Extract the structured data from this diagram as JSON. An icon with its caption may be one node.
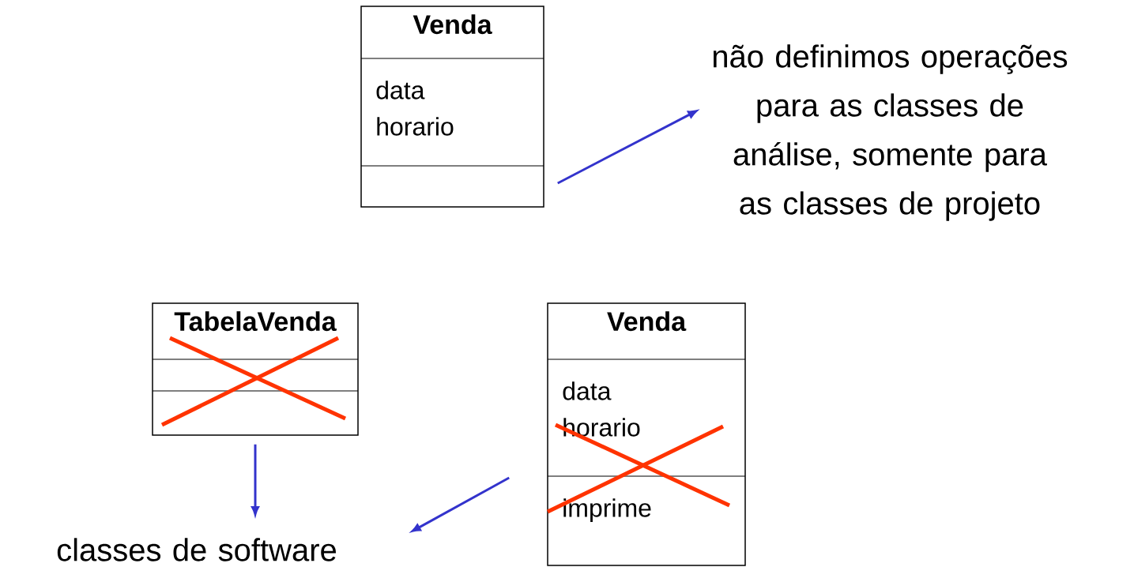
{
  "diagram": {
    "nodes": [
      {
        "text": [
          "Venda",
          "data horario"
        ]
      },
      {
        "text": [
          "não definimos operações para as classes de análise, somente para as classes de projeto"
        ]
      },
      {
        "text": [
          "TabelaVenda"
        ]
      },
      {
        "text": [
          "Venda",
          "data horario",
          "imprime"
        ]
      },
      {
        "text": [
          "classes de software"
        ]
      }
    ],
    "edges": [
      {
        "from": 0,
        "to": 1,
        "arrow": "to"
      },
      {
        "from": 2,
        "to": 4,
        "arrow": "to"
      },
      {
        "from": 3,
        "to": 4,
        "arrow": "to"
      }
    ]
  }
}
